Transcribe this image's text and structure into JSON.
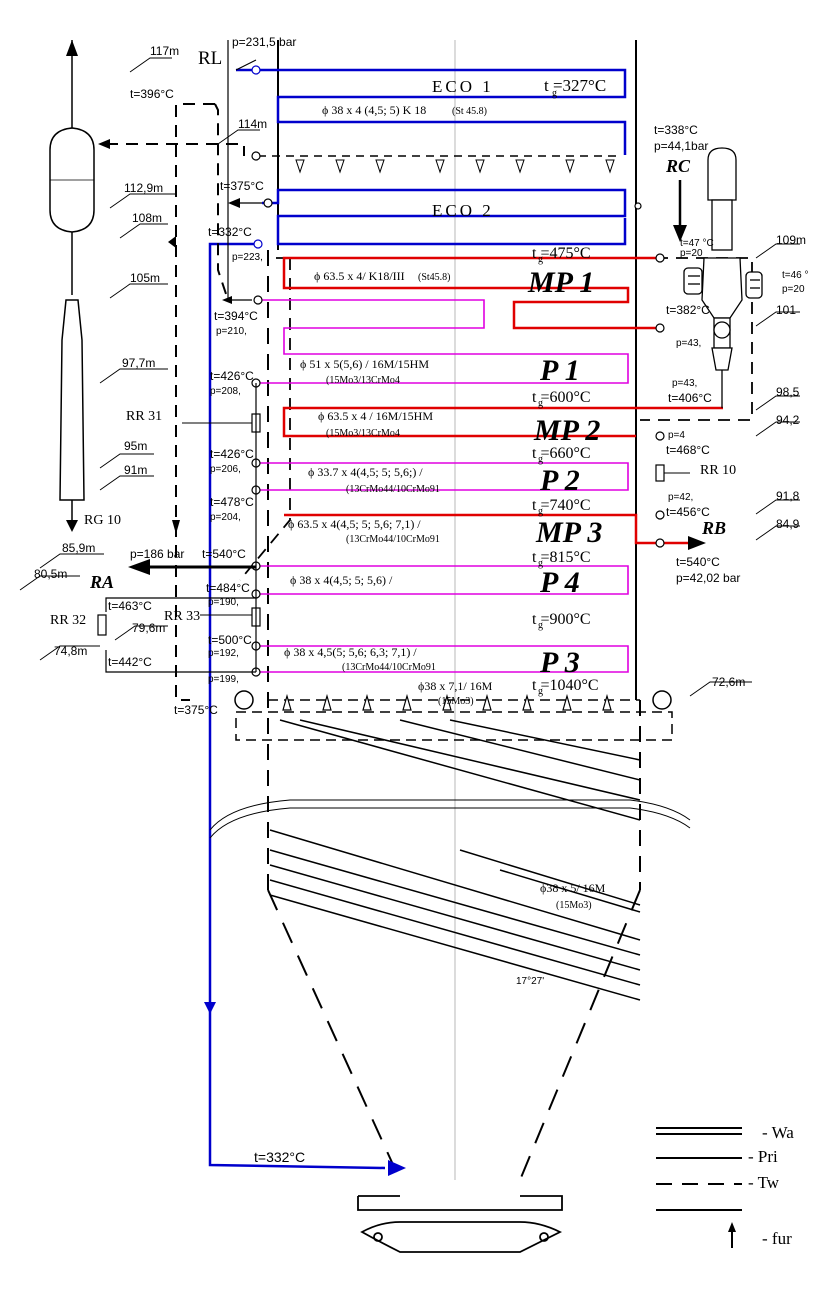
{
  "sections": {
    "eco1": "ECO 1",
    "eco2": "ECO 2",
    "mp1": "MP 1",
    "p1": "P 1",
    "mp2": "MP 2",
    "p2": "P 2",
    "mp3": "MP 3",
    "p4": "P 4",
    "p3": "P 3"
  },
  "gas_temps": {
    "tg1": "t  =327°C",
    "tg2": "t  =475°C",
    "tg3": "t  =600°C",
    "tg4": "t  =660°C",
    "tg5": "t  =740°C",
    "tg6": "t  =815°C",
    "tg7": "t  =900°C",
    "tg8": "t  =1040°C",
    "g": "g"
  },
  "tube_specs": {
    "eco1": "ϕ 38 x 4 (4,5; 5)  K 18",
    "eco1_sub": "(St 45.8)",
    "mp1": "ϕ 63.5 x 4/ K18/III",
    "mp1_sub": "(St45.8)",
    "p1": "ϕ 51 x 5(5,6)  / 16M/15HM",
    "p1_sub": "(15Mo3/13CrMo4",
    "mp2": "ϕ 63.5 x 4 / 16M/15HM",
    "mp2_sub": "(15Mo3/13CrMo4",
    "p2": "ϕ 33.7 x 4(4,5; 5; 5,6;)  /",
    "p2_sub": "(13CrMo44/10CrMo91",
    "mp3": "ϕ 63.5 x 4(4,5; 5; 5,6; 7,1) /",
    "mp3_sub": "(13CrMo44/10CrMo91",
    "p4": "ϕ 38 x 4(4,5; 5; 5,6)  /",
    "p3": "ϕ 38 x 4,5(5; 5,6; 6,3; 7,1) /",
    "p3_sub": "(13CrMo44/10CrMo91",
    "screen": "ϕ38 x 7,1/ 16M",
    "screen_sub": "(15Mo3)",
    "wall": "ϕ38 x 5/ 16M",
    "wall_sub": "(15Mo3)",
    "angle": "17°27'"
  },
  "elevations": {
    "e117": "117m",
    "e114": "114m",
    "e112": "112,9m",
    "e108": "108m",
    "e105": "105m",
    "e97": "97,7m",
    "e95": "95m",
    "e91": "91m",
    "e85": "85,9m",
    "e80": "80,5m",
    "e79": "79,6m",
    "e74": "74,8m",
    "e72": "72,6m",
    "e109": "109m",
    "e101": "101",
    "e98": "98,5",
    "e94": "94,2",
    "e91r": "91,8",
    "e84": "84,9"
  },
  "left_labels": {
    "p231": "p=231,5 bar",
    "rl": "RL",
    "t396": "t=396°C",
    "t375a": "t=375°C",
    "t332a": "t=332°C",
    "p223": "p=223,",
    "t394": "t=394°C",
    "p210": "p=210,",
    "t426a": "t=426°C",
    "p208": "p=208,",
    "rr31": "RR 31",
    "t426b": "t=426°C",
    "p206": "p=206,",
    "t478": "t=478°C",
    "p204": "p=204,",
    "rg10": "RG 10",
    "p186": "p=186 bar",
    "t540a": "t=540°C",
    "ra": "RA",
    "t484": "t=484°C",
    "p190": "p=190,",
    "rr32": "RR 32",
    "t463": "t=463°C",
    "rr33": "RR 33",
    "t500": "t=500°C",
    "p192": "p=192,",
    "t442": "t=442°C",
    "p199": "p=199,",
    "t375b": "t=375°C",
    "t332b": "t=332°C",
    "bar": "bar"
  },
  "right_labels": {
    "t338": "t=338°C",
    "p441": "p=44,1bar",
    "rc": "RC",
    "t47": "t=47 °C",
    "p20a": "p=20",
    "t46": "t=46 °",
    "p20b": "p=20",
    "t382": "t=382°C",
    "p43a": "p=43,",
    "p43b": "p=43,",
    "t406": "t=406°C",
    "p4": "p=4",
    "t468": "t=468°C",
    "rr10": "RR 10",
    "p42": "p=42,",
    "t456": "t=456°C",
    "rb": "RB",
    "t540b": "t=540°C",
    "p4202": "p=42,02  bar",
    "bar": "bar"
  },
  "legend": [
    "- Wa",
    "- Pri",
    "- Tw",
    "- fur"
  ],
  "colors": {
    "eco": "#0000cc",
    "reheater": "#e00000",
    "superheater": "#e000e0",
    "line": "#000000"
  }
}
